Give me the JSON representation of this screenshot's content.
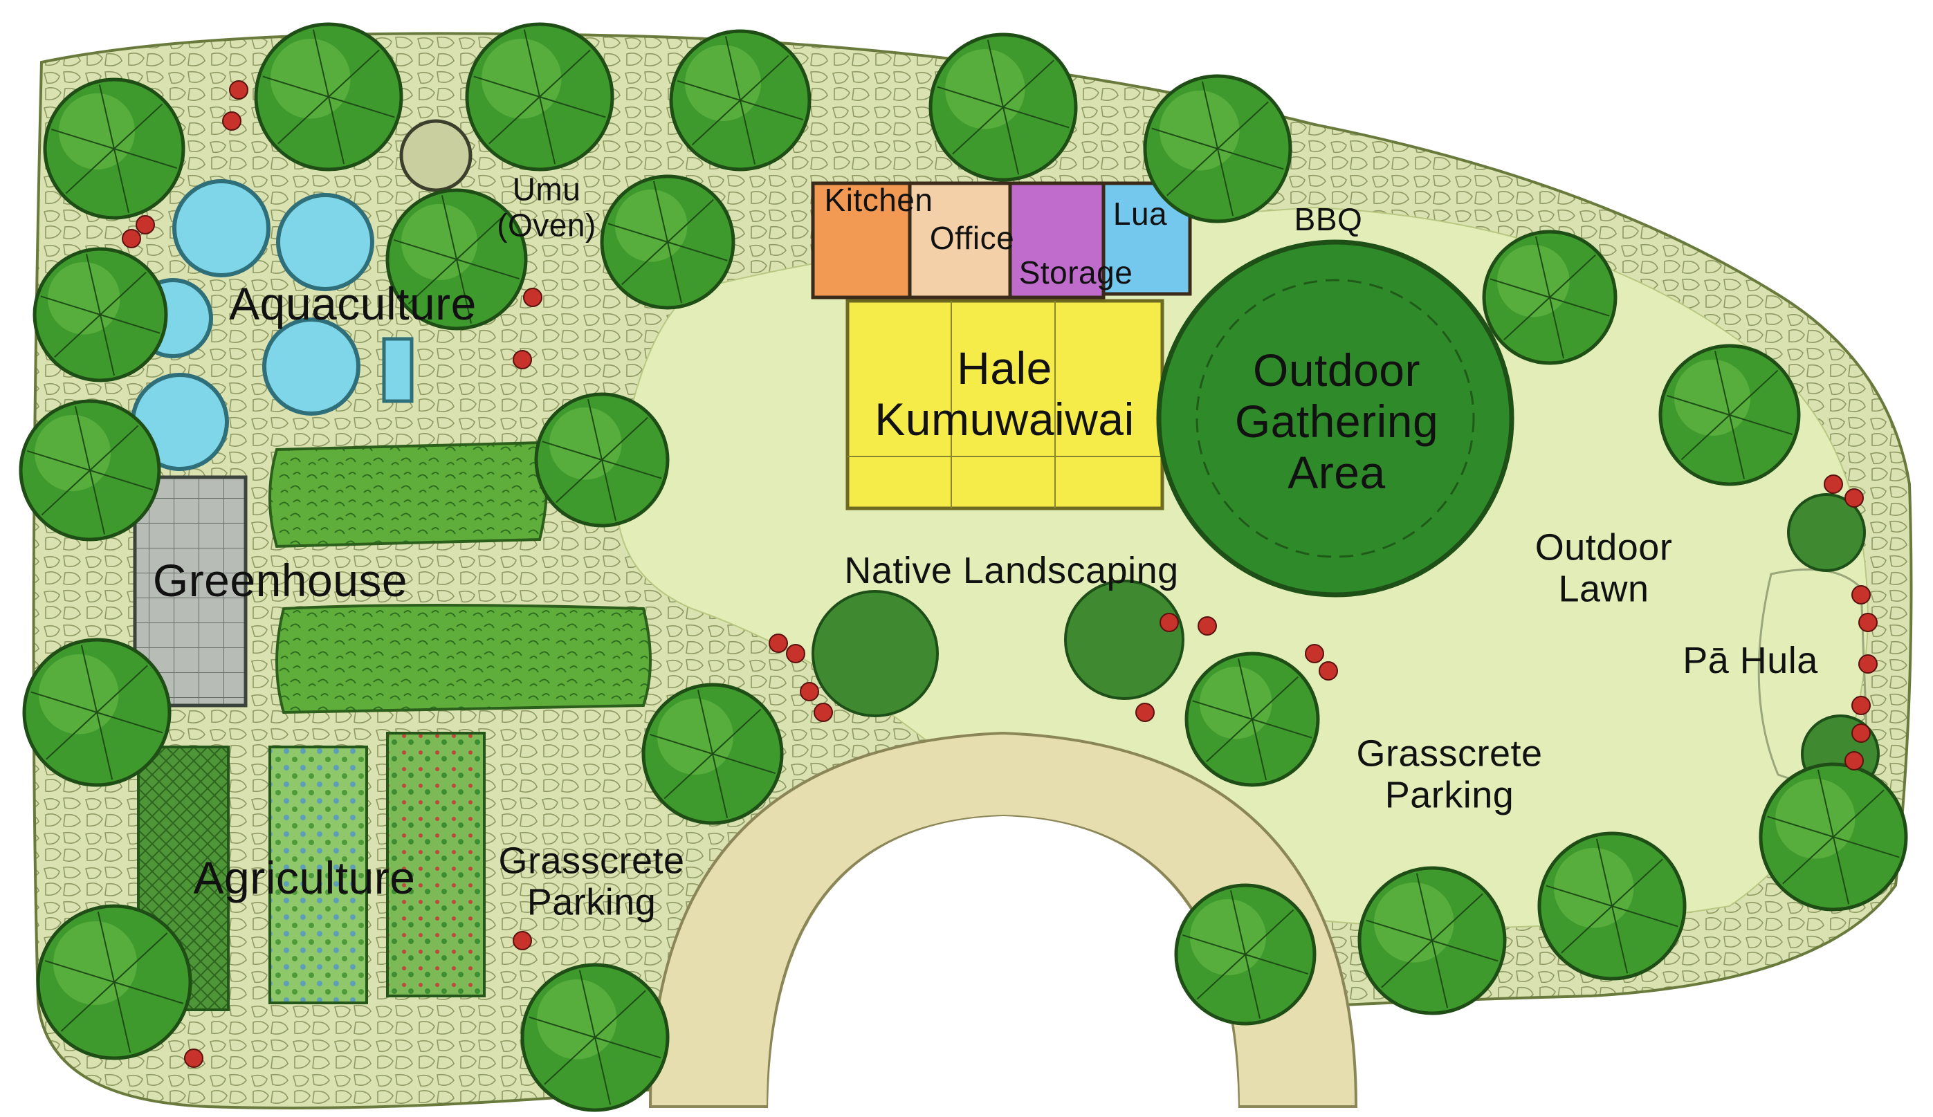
{
  "plan": {
    "labels": {
      "umu": [
        "Umu",
        "(Oven)"
      ],
      "aquaculture": "Aquaculture",
      "greenhouse": "Greenhouse",
      "agriculture": "Agriculture",
      "grasscrete_parking_left": [
        "Grasscrete",
        "Parking"
      ],
      "kitchen": "Kitchen",
      "office": "Office",
      "storage": "Storage",
      "lua": "Lua",
      "hale": [
        "Hale",
        "Kumuwaiwai"
      ],
      "bbq": "BBQ",
      "outdoor_gathering": [
        "Outdoor",
        "Gathering",
        "Area"
      ],
      "native_landscaping": "Native Landscaping",
      "outdoor_lawn": [
        "Outdoor",
        "Lawn"
      ],
      "pa_hula": "Pā Hula",
      "grasscrete_parking_right": [
        "Grasscrete",
        "Parking"
      ]
    },
    "colors": {
      "ground_stone": "#d9dfae",
      "lawn": "#e2ecb6",
      "tree": "#3f9a2e",
      "tree_dark": "#2c7a22",
      "gathering": "#2f8a2a",
      "hale": "#f5ec4a",
      "kitchen": "#f29a54",
      "office": "#f3d0a8",
      "storage": "#c06ccd",
      "lua": "#74c8ee",
      "pond": "#7fd6e8",
      "driveway": "#e3dcae",
      "flower": "#c7322b"
    }
  }
}
